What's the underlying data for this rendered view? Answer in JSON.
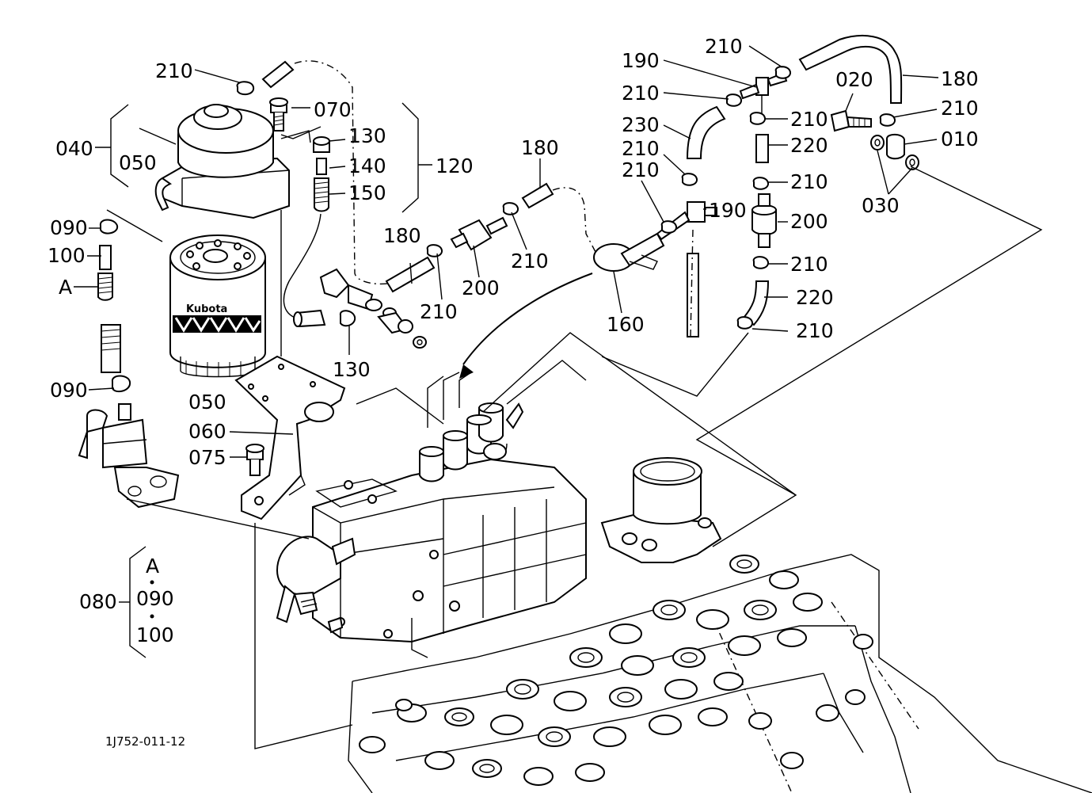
{
  "figure_code": "1J752-011-12",
  "brand_text": "Kubota",
  "callouts": {
    "c010": "010",
    "c020": "020",
    "c030": "030",
    "c040": "040",
    "c050a": "050",
    "c050b": "050",
    "c060": "060",
    "c070": "070",
    "c075": "075",
    "c080": "080",
    "c090a": "090",
    "c090b": "090",
    "c100": "100",
    "c120": "120",
    "c130a": "130",
    "c130b": "130",
    "c140": "140",
    "c150": "150",
    "c160": "160",
    "c180a": "180",
    "c180b": "180",
    "c180c": "180",
    "c190a": "190",
    "c190b": "190",
    "c200a": "200",
    "c200b": "200",
    "c210a": "210",
    "c210b": "210",
    "c210c": "210",
    "c210d": "210",
    "c210e": "210",
    "c210f": "210",
    "c210g": "210",
    "c210h": "210",
    "c210i": "210",
    "c210j": "210",
    "c210k": "210",
    "c210l": "210",
    "c220a": "220",
    "c220b": "220",
    "c230": "230",
    "refA": "A"
  },
  "kit_080": {
    "line1": "A",
    "line2": "090",
    "line3": "100"
  }
}
